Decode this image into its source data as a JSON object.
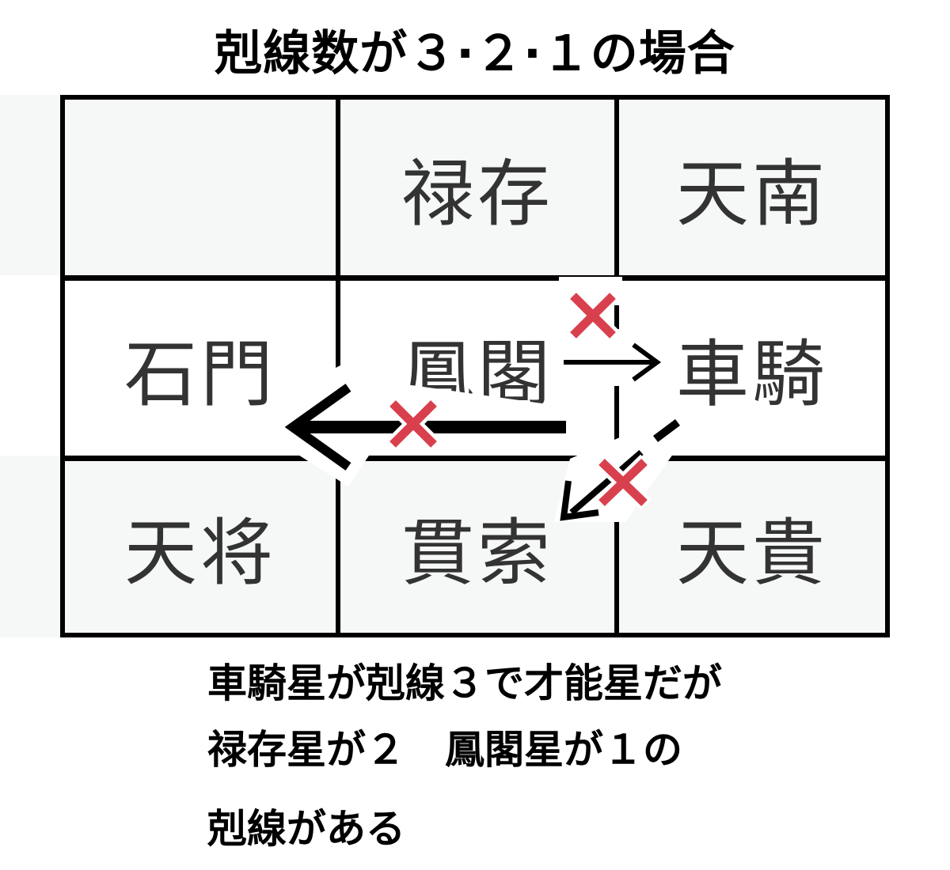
{
  "title": "剋線数が３·２·１の場合",
  "grid": {
    "rows": [
      [
        "",
        "禄存",
        "天南"
      ],
      [
        "石門",
        "鳳閣",
        "車騎"
      ],
      [
        "天将",
        "貫索",
        "天貴"
      ]
    ]
  },
  "caption": {
    "line1": "車騎星が剋線３で才能星だが",
    "line2": "禄存星が２　鳳閣星が１の",
    "line3": "剋線がある"
  },
  "colors": {
    "cross": "#d9404e",
    "line": "#000000",
    "cell_bg": "#f5f8f7",
    "text": "#333333"
  }
}
